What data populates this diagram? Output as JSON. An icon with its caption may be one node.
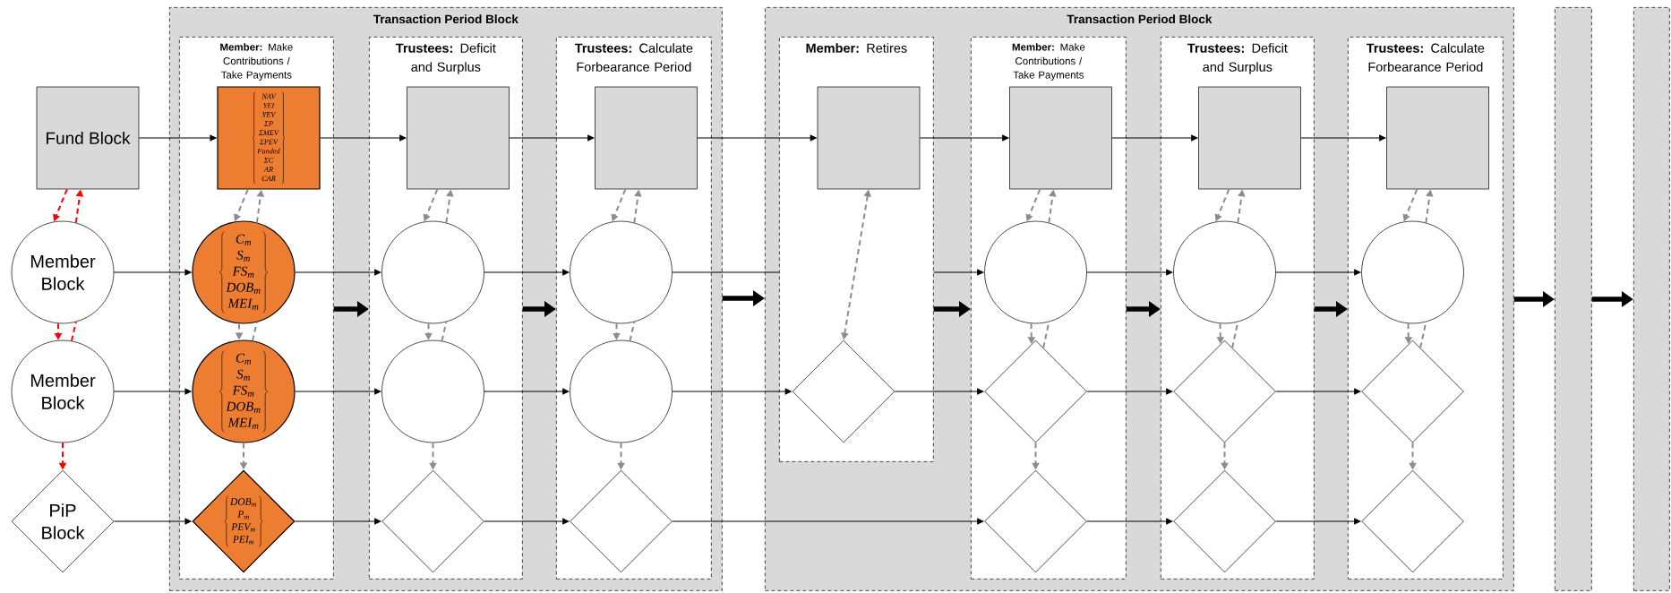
{
  "diagram": {
    "nodes": [
      {
        "text": [
          "Transaction Period Block"
        ]
      },
      {
        "text": [
          "**Member:** Make Contributions / Take Payments"
        ],
        "in": 0
      },
      {
        "text": [
          "**Trustees:** Deficit and Surplus"
        ],
        "in": 0
      },
      {
        "text": [
          "**Trustees:** Calculate Forbearance Period"
        ],
        "in": 0
      },
      {
        "text": [
          "Transaction Period Block"
        ]
      },
      {
        "text": [
          "**Member:** Retires"
        ],
        "in": 4
      },
      {
        "text": [
          "**Member:** Make Contributions / Take Payments"
        ],
        "in": 4
      },
      {
        "text": [
          "**Trustees:** Deficit and Surplus"
        ],
        "in": 4
      },
      {
        "text": [
          "**Trustees:** Calculate Forbearance Period"
        ],
        "in": 4
      },
      {
        "text": [],
        "shape": "bar"
      },
      {
        "text": [],
        "shape": "bar"
      },
      {
        "text": [
          "Fund Block"
        ]
      },
      {
        "text": [
          "NAV",
          "YEI",
          "YEV",
          "ΣP",
          "ΣMEV",
          "ΣPEV",
          "Funded",
          "ΣC",
          "AR",
          "CAR"
        ],
        "in": 1
      },
      {
        "text": [],
        "shape": "box",
        "in": 2
      },
      {
        "text": [],
        "shape": "box",
        "in": 3
      },
      {
        "text": [],
        "shape": "box",
        "in": 5
      },
      {
        "text": [],
        "shape": "box",
        "in": 6
      },
      {
        "text": [],
        "shape": "box",
        "in": 7
      },
      {
        "text": [],
        "shape": "box",
        "in": 8
      },
      {
        "text": [
          "Member Block"
        ]
      },
      {
        "text": [
          "C$_{m}$",
          "S$_{m}$",
          "FS$_{m}$",
          "DOB$_{m}$",
          "MEI$_{m}$"
        ],
        "in": 1
      },
      {
        "text": [],
        "shape": "circle",
        "in": 2
      },
      {
        "text": [],
        "shape": "circle",
        "in": 3
      },
      {
        "text": [],
        "shape": "circle",
        "in": 6
      },
      {
        "text": [],
        "shape": "circle",
        "in": 7
      },
      {
        "text": [],
        "shape": "circle",
        "in": 8
      },
      {
        "text": [
          "Member Block"
        ]
      },
      {
        "text": [
          "C$_{m}$",
          "S$_{m}$",
          "FS$_{m}$",
          "DOB$_{m}$",
          "MEI$_{m}$"
        ],
        "in": 1
      },
      {
        "text": [],
        "shape": "circle",
        "in": 2
      },
      {
        "text": [],
        "shape": "circle",
        "in": 3
      },
      {
        "text": [],
        "shape": "diamond",
        "in": 5
      },
      {
        "text": [],
        "shape": "diamond",
        "in": 6
      },
      {
        "text": [],
        "shape": "diamond",
        "in": 7
      },
      {
        "text": [],
        "shape": "diamond",
        "in": 8
      },
      {
        "text": [
          "PiP Block"
        ]
      },
      {
        "text": [
          "DOB$_{m}$",
          "P$_{m}$",
          "PEV$_{m}$",
          "PEI$_{m}$"
        ],
        "in": 1
      },
      {
        "text": [],
        "shape": "diamond",
        "in": 2
      },
      {
        "text": [],
        "shape": "diamond",
        "in": 3
      },
      {
        "text": [],
        "shape": "diamond",
        "in": 6
      },
      {
        "text": [],
        "shape": "diamond",
        "in": 7
      },
      {
        "text": [],
        "shape": "diamond",
        "in": 8
      }
    ],
    "edges": [
      {
        "from": 11,
        "to": 12,
        "arrow": "to"
      },
      {
        "from": 12,
        "to": 13,
        "arrow": "to"
      },
      {
        "from": 13,
        "to": 14,
        "arrow": "to"
      },
      {
        "from": 14,
        "to": 15,
        "arrow": "to"
      },
      {
        "from": 15,
        "to": 16,
        "arrow": "to"
      },
      {
        "from": 16,
        "to": 17,
        "arrow": "to"
      },
      {
        "from": 17,
        "to": 18,
        "arrow": "to"
      },
      {
        "from": 19,
        "to": 20,
        "arrow": "to"
      },
      {
        "from": 20,
        "to": 21,
        "arrow": "to"
      },
      {
        "from": 21,
        "to": 22,
        "arrow": "to"
      },
      {
        "from": 22,
        "to": 5,
        "arrow": "none"
      },
      {
        "from": 5,
        "to": 23,
        "arrow": "to"
      },
      {
        "from": 23,
        "to": 24,
        "arrow": "to"
      },
      {
        "from": 24,
        "to": 25,
        "arrow": "to"
      },
      {
        "from": 26,
        "to": 27,
        "arrow": "to"
      },
      {
        "from": 27,
        "to": 28,
        "arrow": "to"
      },
      {
        "from": 28,
        "to": 29,
        "arrow": "to"
      },
      {
        "from": 29,
        "to": 30,
        "arrow": "to"
      },
      {
        "from": 30,
        "to": 31,
        "arrow": "to"
      },
      {
        "from": 31,
        "to": 32,
        "arrow": "to"
      },
      {
        "from": 32,
        "to": 33,
        "arrow": "to"
      },
      {
        "from": 34,
        "to": 35,
        "arrow": "to"
      },
      {
        "from": 35,
        "to": 36,
        "arrow": "to"
      },
      {
        "from": 36,
        "to": 37,
        "arrow": "to"
      },
      {
        "from": 37,
        "to": 38,
        "arrow": "to"
      },
      {
        "from": 38,
        "to": 39,
        "arrow": "to"
      },
      {
        "from": 39,
        "to": 40,
        "arrow": "to"
      },
      {
        "from": 1,
        "to": 2,
        "arrow": "to",
        "style": "thick"
      },
      {
        "from": 2,
        "to": 3,
        "arrow": "to",
        "style": "thick"
      },
      {
        "from": 0,
        "to": 4,
        "arrow": "to",
        "style": "thick"
      },
      {
        "from": 5,
        "to": 6,
        "arrow": "to",
        "style": "thick"
      },
      {
        "from": 6,
        "to": 7,
        "arrow": "to",
        "style": "thick"
      },
      {
        "from": 7,
        "to": 8,
        "arrow": "to",
        "style": "thick"
      },
      {
        "from": 4,
        "to": 9,
        "arrow": "to",
        "style": "thick"
      },
      {
        "from": 9,
        "to": 10,
        "arrow": "to",
        "style": "thick"
      },
      {
        "from": 19,
        "to": 11,
        "arrow": "to",
        "style": "dashed",
        "color": "#ff0000"
      },
      {
        "from": 11,
        "to": 19,
        "arrow": "to",
        "style": "dashed",
        "color": "#ff0000"
      },
      {
        "from": 19,
        "to": 26,
        "arrow": "to",
        "style": "dashed",
        "color": "#ff0000"
      },
      {
        "from": 26,
        "to": 19,
        "arrow": "none",
        "style": "dashed",
        "color": "#ff0000"
      },
      {
        "from": 26,
        "to": 34,
        "arrow": "to",
        "style": "dashed",
        "color": "#ff0000"
      },
      {
        "from": 20,
        "to": 12,
        "arrow": "to",
        "style": "dashed",
        "color": "#8c8c8c"
      },
      {
        "from": 12,
        "to": 20,
        "arrow": "to",
        "style": "dashed",
        "color": "#8c8c8c"
      },
      {
        "from": 20,
        "to": 27,
        "arrow": "to",
        "style": "dashed",
        "color": "#8c8c8c"
      },
      {
        "from": 27,
        "to": 20,
        "arrow": "none",
        "style": "dashed",
        "color": "#8c8c8c"
      },
      {
        "from": 27,
        "to": 35,
        "arrow": "to",
        "style": "dashed",
        "color": "#8c8c8c"
      },
      {
        "from": 21,
        "to": 13,
        "arrow": "to",
        "style": "dashed",
        "color": "#8c8c8c"
      },
      {
        "from": 13,
        "to": 21,
        "arrow": "to",
        "style": "dashed",
        "color": "#8c8c8c"
      },
      {
        "from": 21,
        "to": 28,
        "arrow": "to",
        "style": "dashed",
        "color": "#8c8c8c"
      },
      {
        "from": 28,
        "to": 21,
        "arrow": "none",
        "style": "dashed",
        "color": "#8c8c8c"
      },
      {
        "from": 28,
        "to": 36,
        "arrow": "to",
        "style": "dashed",
        "color": "#8c8c8c"
      },
      {
        "from": 22,
        "to": 14,
        "arrow": "to",
        "style": "dashed",
        "color": "#8c8c8c"
      },
      {
        "from": 14,
        "to": 22,
        "arrow": "to",
        "style": "dashed",
        "color": "#8c8c8c"
      },
      {
        "from": 22,
        "to": 29,
        "arrow": "to",
        "style": "dashed",
        "color": "#8c8c8c"
      },
      {
        "from": 29,
        "to": 22,
        "arrow": "none",
        "style": "dashed",
        "color": "#8c8c8c"
      },
      {
        "from": 29,
        "to": 37,
        "arrow": "to",
        "style": "dashed",
        "color": "#8c8c8c"
      },
      {
        "from": 15,
        "to": 30,
        "arrow": "both",
        "style": "dashed",
        "color": "#8c8c8c"
      },
      {
        "from": 23,
        "to": 16,
        "arrow": "to",
        "style": "dashed",
        "color": "#8c8c8c"
      },
      {
        "from": 16,
        "to": 23,
        "arrow": "to",
        "style": "dashed",
        "color": "#8c8c8c"
      },
      {
        "from": 23,
        "to": 31,
        "arrow": "to",
        "style": "dashed",
        "color": "#8c8c8c"
      },
      {
        "from": 31,
        "to": 23,
        "arrow": "none",
        "style": "dashed",
        "color": "#8c8c8c"
      },
      {
        "from": 31,
        "to": 38,
        "arrow": "to",
        "style": "dashed",
        "color": "#8c8c8c"
      },
      {
        "from": 24,
        "to": 17,
        "arrow": "to",
        "style": "dashed",
        "color": "#8c8c8c"
      },
      {
        "from": 17,
        "to": 24,
        "arrow": "to",
        "style": "dashed",
        "color": "#8c8c8c"
      },
      {
        "from": 24,
        "to": 32,
        "arrow": "to",
        "style": "dashed",
        "color": "#8c8c8c"
      },
      {
        "from": 32,
        "to": 24,
        "arrow": "none",
        "style": "dashed",
        "color": "#8c8c8c"
      },
      {
        "from": 32,
        "to": 39,
        "arrow": "to",
        "style": "dashed",
        "color": "#8c8c8c"
      },
      {
        "from": 25,
        "to": 18,
        "arrow": "to",
        "style": "dashed",
        "color": "#8c8c8c"
      },
      {
        "from": 18,
        "to": 25,
        "arrow": "to",
        "style": "dashed",
        "color": "#8c8c8c"
      },
      {
        "from": 25,
        "to": 33,
        "arrow": "to",
        "style": "dashed",
        "color": "#8c8c8c"
      },
      {
        "from": 33,
        "to": 25,
        "arrow": "none",
        "style": "dashed",
        "color": "#8c8c8c"
      },
      {
        "from": 33,
        "to": 40,
        "arrow": "to",
        "style": "dashed",
        "color": "#8c8c8c"
      }
    ]
  }
}
